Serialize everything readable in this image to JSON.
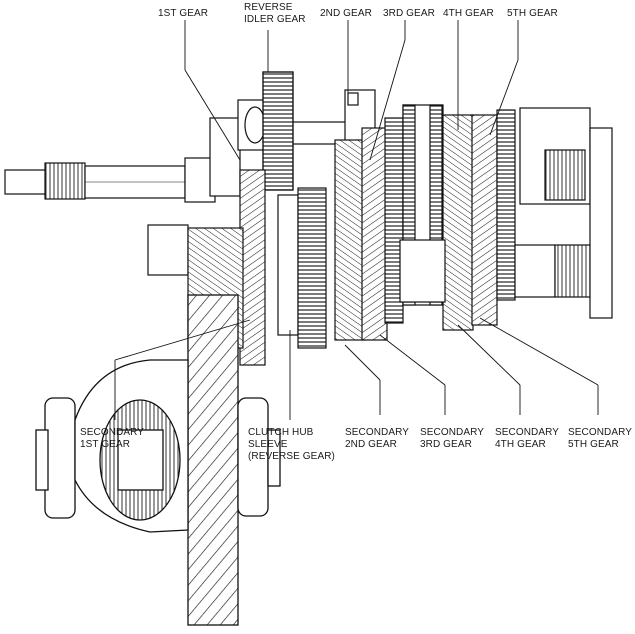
{
  "diagram": {
    "labels": {
      "first_gear": "1ST GEAR",
      "reverse_idler_line1": "REVERSE",
      "reverse_idler_line2": "IDLER GEAR",
      "second_gear": "2ND GEAR",
      "third_gear": "3RD GEAR",
      "fourth_gear": "4TH GEAR",
      "fifth_gear": "5TH GEAR",
      "secondary_1st_line1": "SECONDARY",
      "secondary_1st_line2": "1ST GEAR",
      "clutch_hub_line1": "CLUTCH HUB",
      "clutch_hub_line2": "SLEEVE",
      "clutch_hub_line3": "(REVERSE GEAR)",
      "secondary_2nd_line1": "SECONDARY",
      "secondary_2nd_line2": "2ND GEAR",
      "secondary_3rd_line1": "SECONDARY",
      "secondary_3rd_line2": "3RD GEAR",
      "secondary_4th_line1": "SECONDARY",
      "secondary_4th_line2": "4TH GEAR",
      "secondary_5th_line1": "SECONDARY",
      "secondary_5th_line2": "5TH GEAR"
    }
  }
}
